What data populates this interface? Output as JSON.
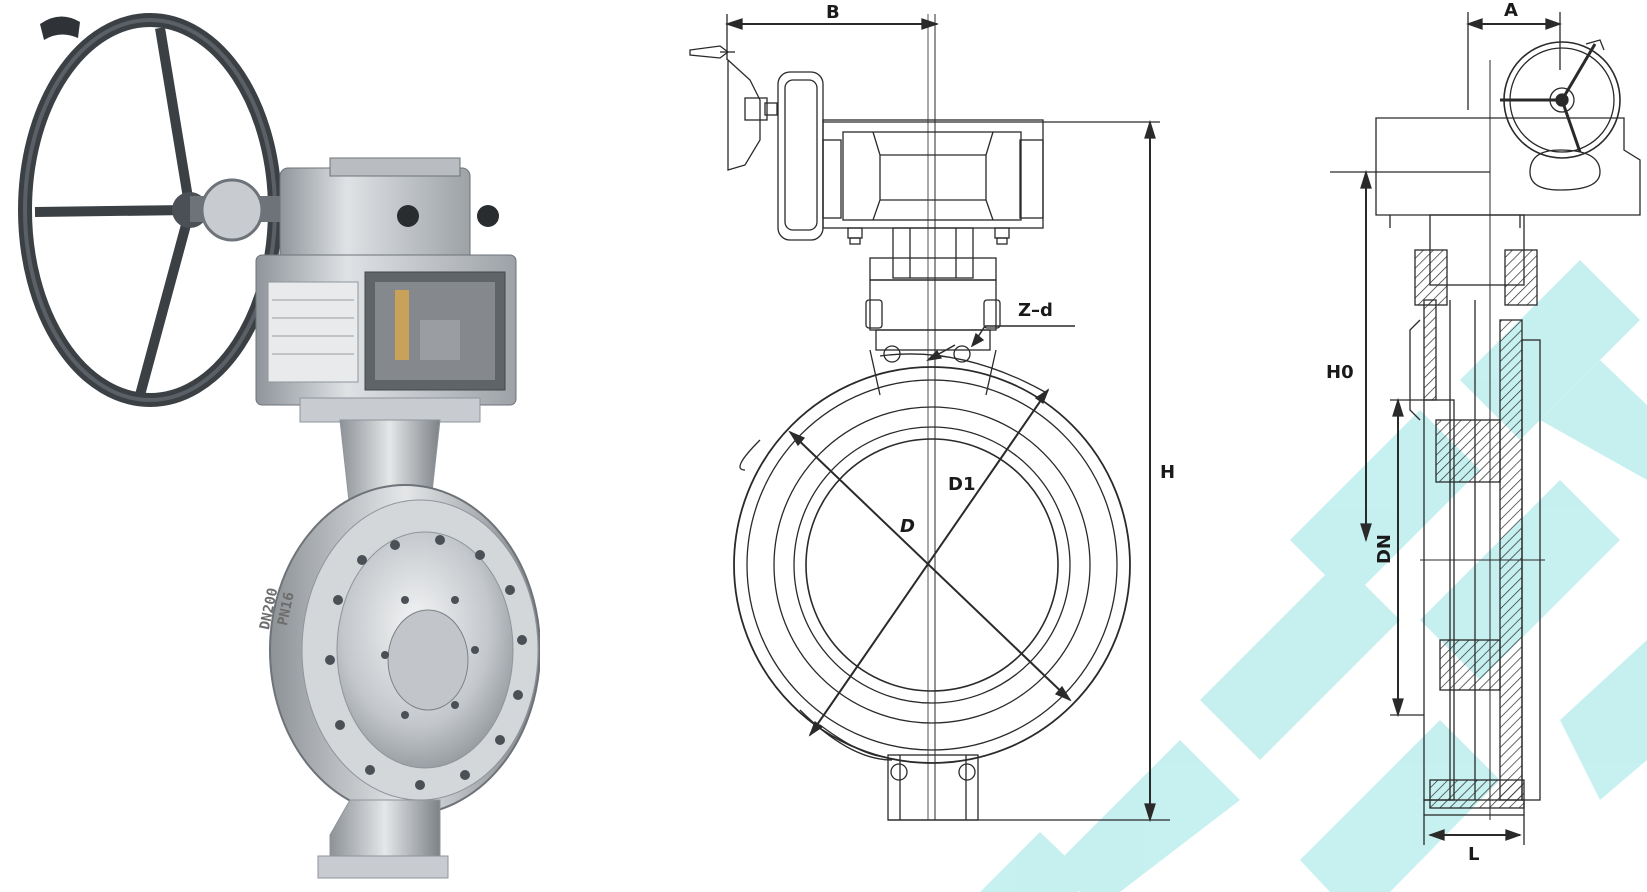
{
  "labels": {
    "B": "B",
    "A": "A",
    "Z_d": "Z–d",
    "D1": "D1",
    "D": "D",
    "H": "H",
    "H0": "H0",
    "DN": "DN",
    "L": "L"
  },
  "nameplate": {
    "line1": "DN200",
    "line2": "PN16"
  },
  "colors": {
    "line": "#2a2a2a",
    "metal_light": "#d9dbdd",
    "metal_mid": "#a9adb2",
    "metal_dark": "#5f6468",
    "handwheel": "#3b4045",
    "watermark": "#7fd8d8"
  }
}
